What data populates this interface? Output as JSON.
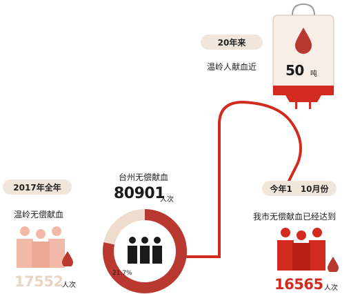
{
  "colors": {
    "red": "#d22a1f",
    "dark_red": "#b9382f",
    "pale_red": "#f3b9a8",
    "beige": "#e9d6c2",
    "black": "#1a1a1a"
  },
  "top_section": {
    "pill": "20年来",
    "caption": "温岭人献血近",
    "bag_value": "50",
    "bag_unit": "吨"
  },
  "left_section": {
    "pill": "2017年全年",
    "caption": "温岭无偿献血",
    "number": "17552",
    "unit": "人次"
  },
  "center_section": {
    "caption": "台州无偿献血",
    "number": "80901",
    "unit": "人次",
    "share_label": "21.7%",
    "share": 0.217
  },
  "right_section": {
    "pill": "今年1　10月份",
    "caption": "我市无偿献血已经达到",
    "number": "16565",
    "unit": "人次"
  }
}
